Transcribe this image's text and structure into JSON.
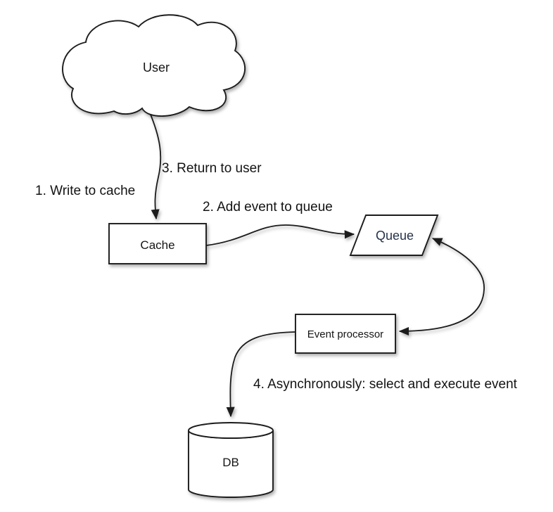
{
  "diagram": {
    "nodes": {
      "user": {
        "label": "User",
        "shape": "cloud"
      },
      "cache": {
        "label": "Cache",
        "shape": "rectangle"
      },
      "queue": {
        "label": "Queue",
        "shape": "parallelogram"
      },
      "event_processor": {
        "label": "Event processor",
        "shape": "rectangle"
      },
      "db": {
        "label": "DB",
        "shape": "cylinder"
      }
    },
    "edges": {
      "write_to_cache": {
        "from": "user",
        "to": "cache",
        "label": "1. Write to cache"
      },
      "add_event_to_queue": {
        "from": "cache",
        "to": "queue",
        "label": "2. Add event to queue"
      },
      "return_to_user": {
        "from": "cache",
        "to": "user",
        "label": "3. Return to user"
      },
      "queue_processor_loop": {
        "from": "event_processor",
        "to": "queue",
        "label": ""
      },
      "select_and_execute": {
        "from": "event_processor",
        "to": "db",
        "label": "4. Asynchronously: select and execute event"
      }
    },
    "colors": {
      "stroke": "#1a1a1a",
      "shape_fill": "#ffffff",
      "background": "#ffffff",
      "queue_text": "#26324a"
    }
  }
}
